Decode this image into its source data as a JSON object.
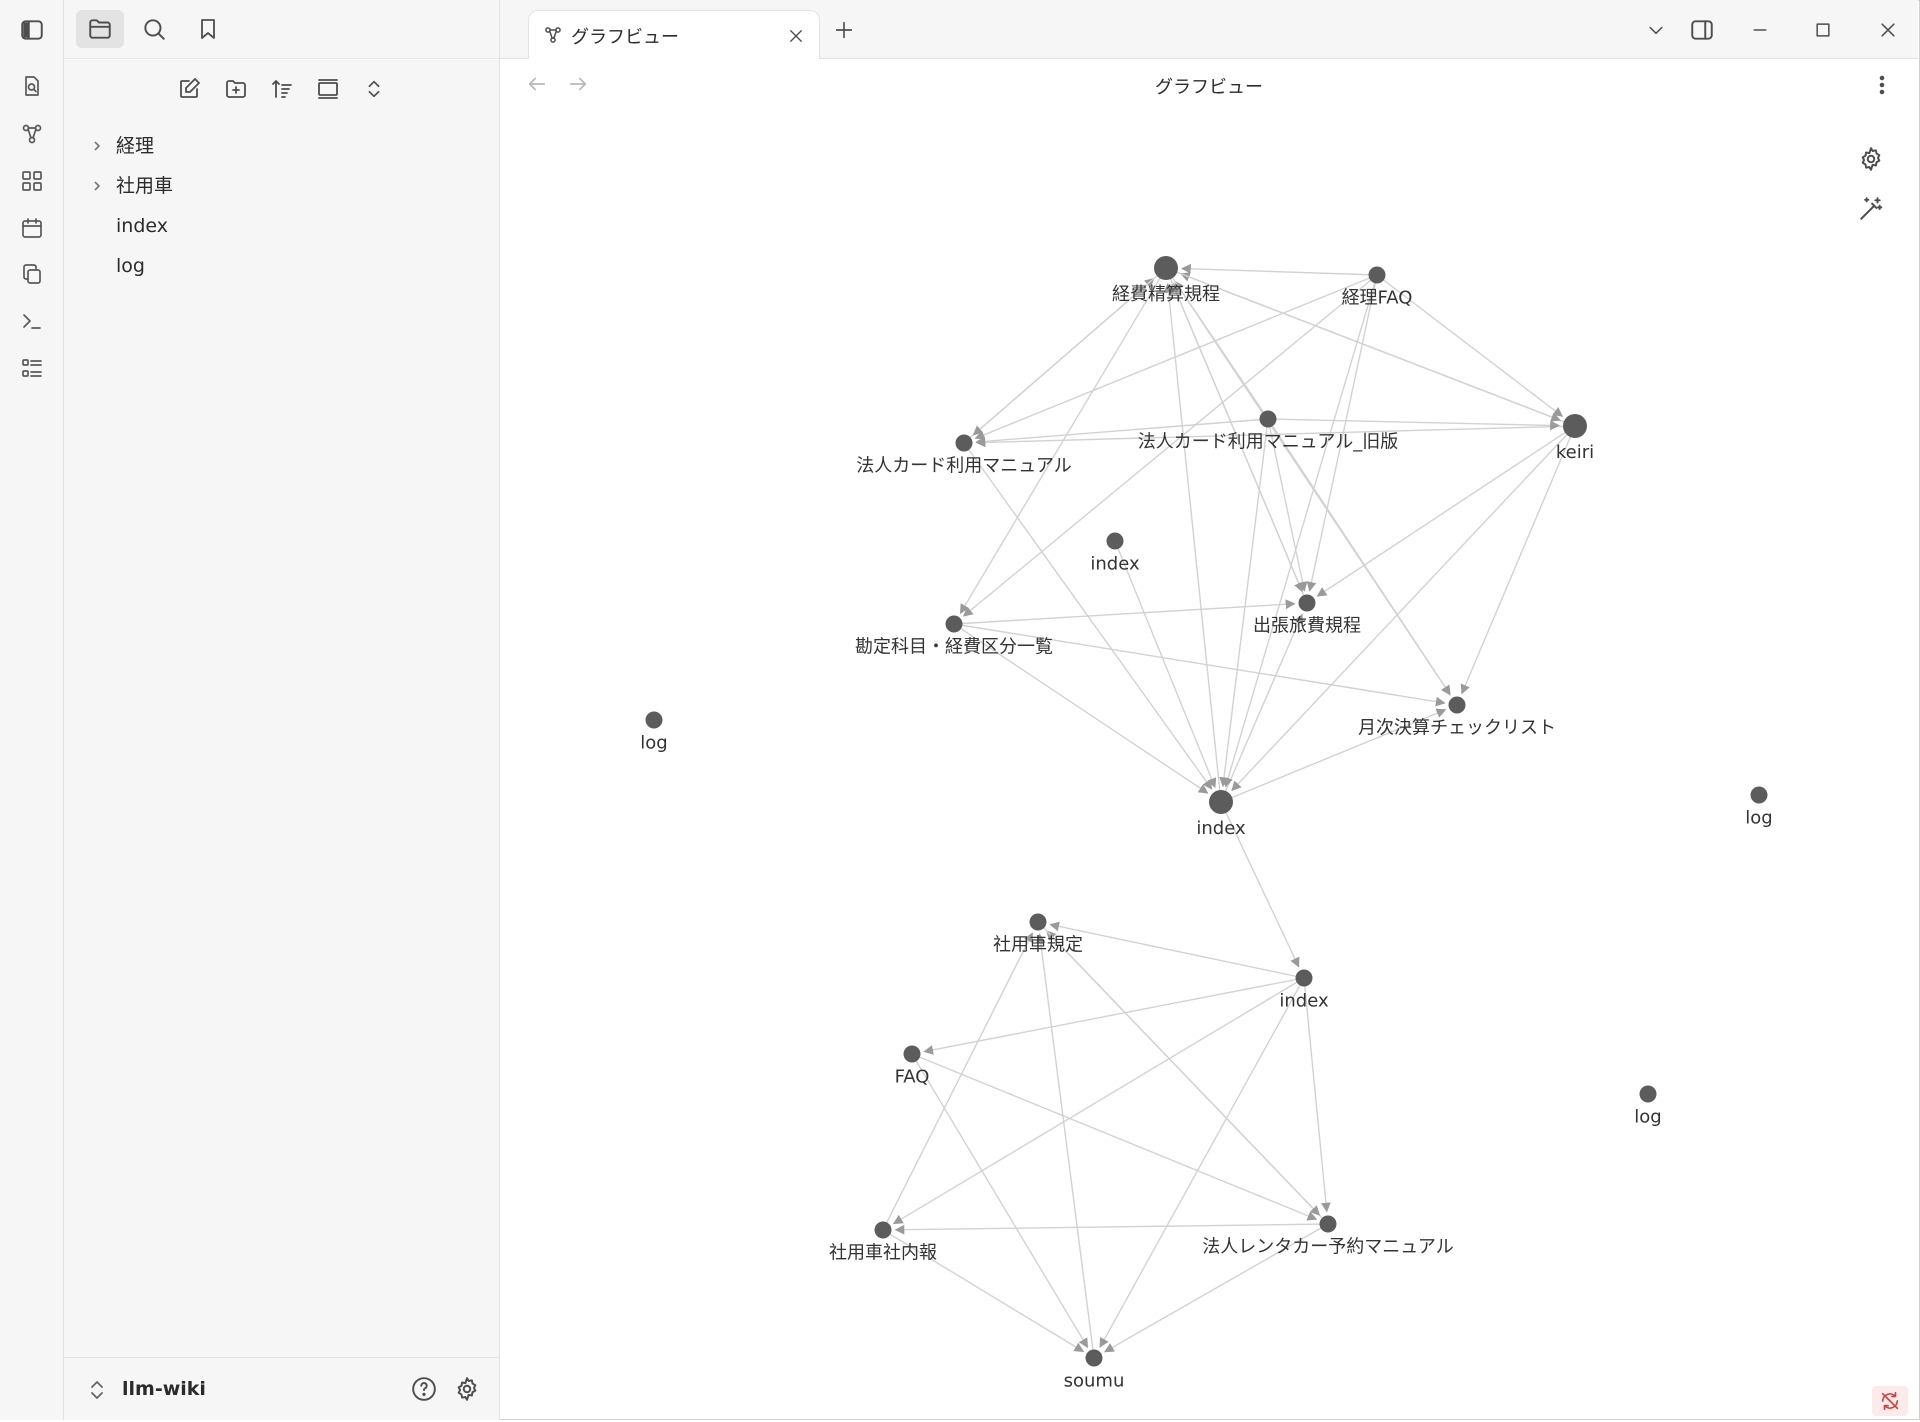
{
  "window": {
    "tab_title": "グラフビュー"
  },
  "view": {
    "title": "グラフビュー"
  },
  "sidebar": {
    "tree": [
      {
        "label": "経理",
        "type": "folder"
      },
      {
        "label": "社用車",
        "type": "folder"
      },
      {
        "label": "index",
        "type": "file"
      },
      {
        "label": "log",
        "type": "file"
      }
    ],
    "vault_name": "llm-wiki"
  },
  "graph": {
    "nodes": [
      {
        "id": "n1",
        "label": "経費精算規程",
        "big": true
      },
      {
        "id": "n2",
        "label": "経理FAQ"
      },
      {
        "id": "n3",
        "label": "法人カード利用マニュアル_旧版"
      },
      {
        "id": "n4",
        "label": "法人カード利用マニュアル"
      },
      {
        "id": "n5",
        "label": "keiri",
        "big": true
      },
      {
        "id": "n6",
        "label": "index"
      },
      {
        "id": "n7",
        "label": "勘定科目・経費区分一覧"
      },
      {
        "id": "n8",
        "label": "出張旅費規程"
      },
      {
        "id": "n9",
        "label": "月次決算チェックリスト"
      },
      {
        "id": "n10",
        "label": "index",
        "big": true
      },
      {
        "id": "n11",
        "label": "log"
      },
      {
        "id": "n12",
        "label": "log"
      },
      {
        "id": "n13",
        "label": "log"
      },
      {
        "id": "n14",
        "label": "社用車規定"
      },
      {
        "id": "n15",
        "label": "index"
      },
      {
        "id": "n16",
        "label": "FAQ"
      },
      {
        "id": "n17",
        "label": "社用車社内報"
      },
      {
        "id": "n18",
        "label": "法人レンタカー予約マニュアル"
      },
      {
        "id": "n19",
        "label": "soumu"
      }
    ],
    "edges": [
      [
        "n2",
        "n1"
      ],
      [
        "n3",
        "n1"
      ],
      [
        "n4",
        "n1"
      ],
      [
        "n5",
        "n1"
      ],
      [
        "n10",
        "n1"
      ],
      [
        "n8",
        "n1"
      ],
      [
        "n2",
        "n4"
      ],
      [
        "n3",
        "n4"
      ],
      [
        "n5",
        "n4"
      ],
      [
        "n1",
        "n4"
      ],
      [
        "n1",
        "n5"
      ],
      [
        "n2",
        "n5"
      ],
      [
        "n3",
        "n5"
      ],
      [
        "n1",
        "n8"
      ],
      [
        "n2",
        "n8"
      ],
      [
        "n3",
        "n8"
      ],
      [
        "n5",
        "n8"
      ],
      [
        "n7",
        "n8"
      ],
      [
        "n10",
        "n8"
      ],
      [
        "n1",
        "n7"
      ],
      [
        "n2",
        "n7"
      ],
      [
        "n1",
        "n9"
      ],
      [
        "n3",
        "n9"
      ],
      [
        "n5",
        "n9"
      ],
      [
        "n7",
        "n9"
      ],
      [
        "n10",
        "n9"
      ],
      [
        "n4",
        "n10"
      ],
      [
        "n6",
        "n10"
      ],
      [
        "n7",
        "n10"
      ],
      [
        "n2",
        "n10"
      ],
      [
        "n3",
        "n10"
      ],
      [
        "n5",
        "n10"
      ],
      [
        "n10",
        "n15"
      ],
      [
        "n15",
        "n14"
      ],
      [
        "n17",
        "n14"
      ],
      [
        "n18",
        "n14"
      ],
      [
        "n19",
        "n14"
      ],
      [
        "n15",
        "n16"
      ],
      [
        "n16",
        "n18"
      ],
      [
        "n16",
        "n19"
      ],
      [
        "n15",
        "n17"
      ],
      [
        "n18",
        "n17"
      ],
      [
        "n15",
        "n18"
      ],
      [
        "n14",
        "n18"
      ],
      [
        "n17",
        "n19"
      ],
      [
        "n18",
        "n19"
      ],
      [
        "n15",
        "n19"
      ]
    ]
  }
}
